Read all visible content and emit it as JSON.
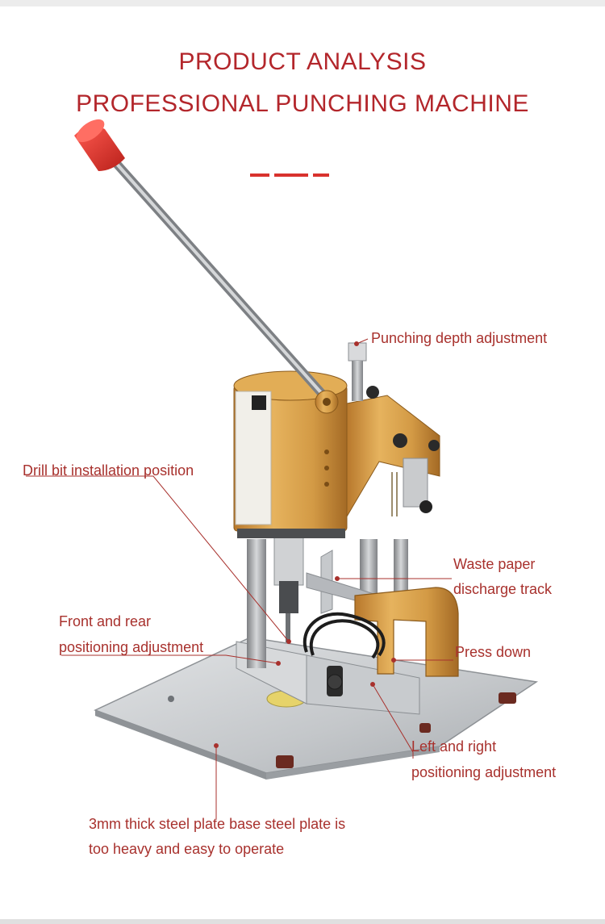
{
  "title": {
    "line1": "PRODUCT ANALYSIS",
    "line2": "PROFESSIONAL PUNCHING MACHINE"
  },
  "callouts": {
    "depth": "Punching depth adjustment",
    "drill": "Drill bit installation position",
    "waste_line1": "Waste paper",
    "waste_line2": "discharge track",
    "front_line1": "Front and rear",
    "front_line2": "positioning adjustment",
    "press": "Press down",
    "leftright_line1": "Left and right",
    "leftright_line2": "positioning adjustment",
    "base_line1": "3mm thick steel plate base steel plate is",
    "base_line2": "too heavy and easy to operate"
  },
  "colors": {
    "title": "#b3262b",
    "label": "#a8312d",
    "accent": "#d8322d",
    "machine_body": "#d39a45",
    "handle_knob": "#e0302a",
    "base_plate": "#cfd1d3"
  }
}
